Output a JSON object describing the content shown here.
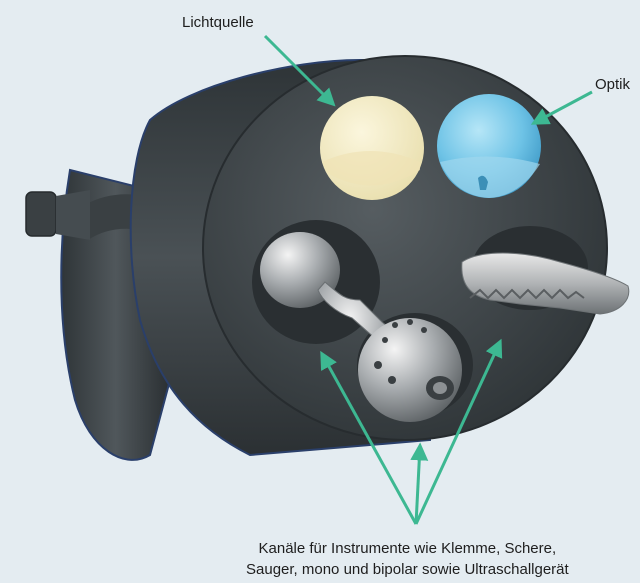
{
  "labels": {
    "light_source": "Lichtquelle",
    "optics": "Optik",
    "channels_line1": "Kanäle für Instrumente wie Klemme, Schere,",
    "channels_line2": "Sauger, mono und bipolar sowie Ultraschallgerät"
  },
  "colors": {
    "background": "#e4ecf1",
    "arrow": "#3db892",
    "instrument_body": "#3c4245",
    "light_source_lens": "#f3ebc4",
    "optics_lens": "#6fc4e8"
  }
}
